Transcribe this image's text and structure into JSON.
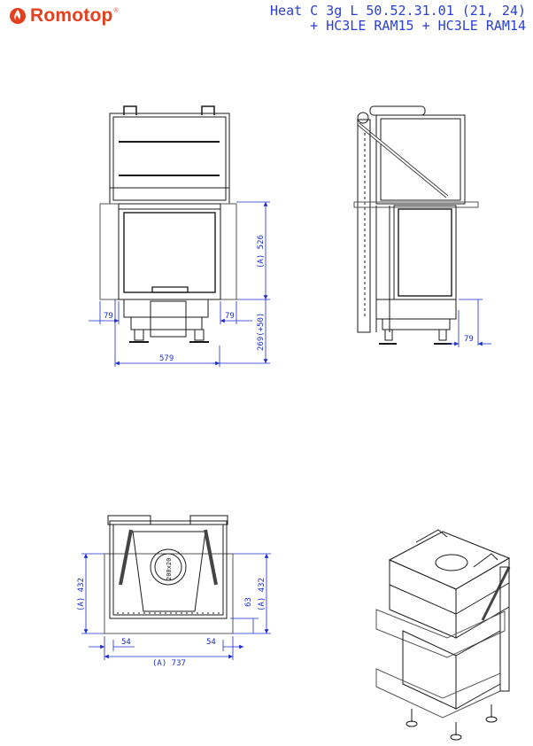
{
  "brand": {
    "name": "Romotop",
    "registered": "®",
    "color": "#e2401f"
  },
  "title": {
    "line1": "Heat C 3g L 50.52.31.01 (21, 24)",
    "line2": "+ HC3LE RAM15 + HC3LE RAM14",
    "color": "#2a3fd6"
  },
  "dimensions": {
    "front_height": "(A) 526",
    "front_leg": "269(+50)",
    "front_left_offset": "79",
    "front_right_offset": "79",
    "front_width": "579",
    "side_offset": "79",
    "plan_depth_left": "(A) 432",
    "plan_depth_right": "(A) 432",
    "plan_inset": "63",
    "plan_left_offset": "54",
    "plan_right_offset": "54",
    "plan_width": "(A) 737",
    "flue_label": "200x20"
  },
  "colors": {
    "line": "#1a1a1a",
    "dimension": "#1a2bd0"
  }
}
